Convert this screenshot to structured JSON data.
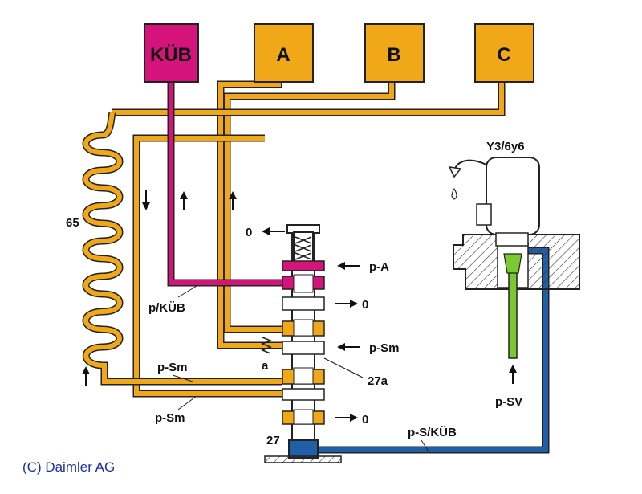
{
  "colors": {
    "orange": "#f0a818",
    "magenta": "#d4147a",
    "blue": "#1e5fa6",
    "green": "#7cc832",
    "outline": "#222222",
    "copyright": "#1c2fa8"
  },
  "boxes": {
    "kub": "KÜB",
    "a": "A",
    "b": "B",
    "c": "C"
  },
  "labels": {
    "spring_65": "65",
    "p_kub": "p/KÜB",
    "p_sm_upper": "p-Sm",
    "p_sm_lower": "p-Sm",
    "zero_top": "0",
    "p_a": "p-A",
    "zero_mid": "0",
    "p_sm_right": "p-Sm",
    "orifice_a": "a",
    "valve_27a": "27a",
    "zero_bottom": "0",
    "valve_27": "27",
    "p_s_kub": "p-S/KÜB",
    "solenoid": "Y3/6y6",
    "p_sv": "p-SV"
  },
  "copyright": "(C) Daimler AG"
}
